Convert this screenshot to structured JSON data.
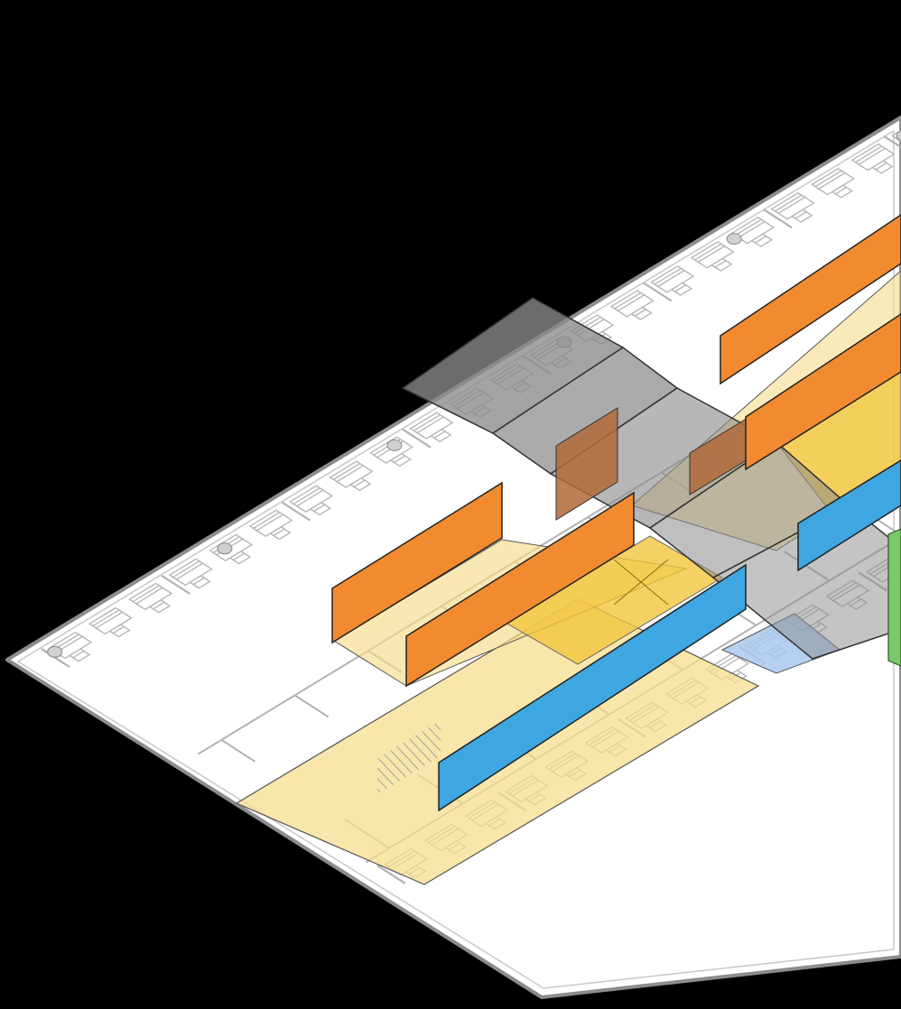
{
  "colors": {
    "background": "#000000",
    "floor_fill": "#ffffff",
    "floor_outline": "#8c8c8c",
    "furniture_line": "#b3b3b3",
    "circulation_zone": "#f7dc8a",
    "core_zone": "#f2c53d",
    "orange_wall": "#f28b30",
    "blue_wall": "#3ea6e0",
    "gray_canopy": "#8a8a8a",
    "brown_wall": "#b06a3a",
    "green_element": "#7bc96a",
    "light_blue_zone": "#a9c8f0"
  },
  "elements": [
    "floor-plate",
    "circulation-zone",
    "core-zone",
    "orange-walls",
    "blue-walls",
    "gray-canopy",
    "green-element"
  ]
}
